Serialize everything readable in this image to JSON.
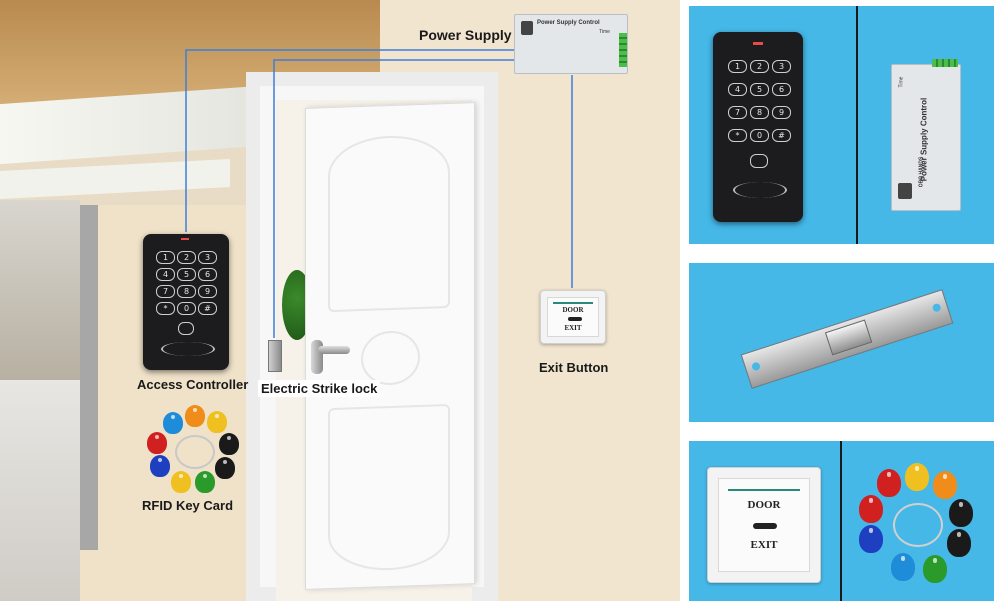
{
  "labels": {
    "power_supply": "Power Supply",
    "access_controller": "Access Controller",
    "electric_strike_lock": "Electric Strike lock",
    "exit_button": "Exit Button",
    "rfid_key_card": "RFID Key Card"
  },
  "keypad": {
    "keys": [
      "1",
      "2",
      "3",
      "4",
      "5",
      "6",
      "7",
      "8",
      "9",
      "*",
      "0",
      "#"
    ]
  },
  "power_supply_unit": {
    "title": "Power Supply Control",
    "brand": "OBO HANDS",
    "timer": "Time"
  },
  "exit_button_face": {
    "line1": "DOOR",
    "line2": "EXIT"
  },
  "colors": {
    "wire": "#3d7fd8",
    "panel_bg": "#45b8e8",
    "fobs": [
      "#f08c1a",
      "#f0c020",
      "#2a9a2a",
      "#1a1a1a",
      "#1e40c0",
      "#d02020",
      "#1e8cd8",
      "#f0c020"
    ]
  }
}
